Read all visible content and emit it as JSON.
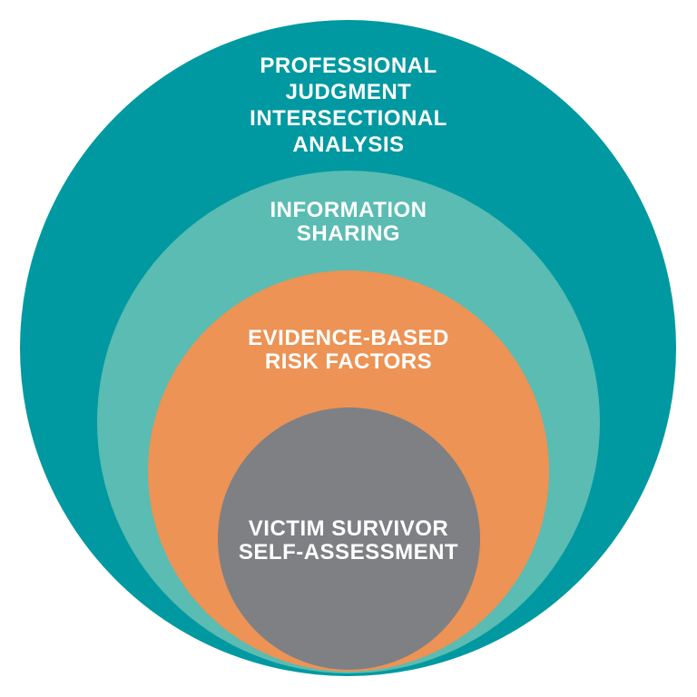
{
  "diagram": {
    "type": "nested-circles",
    "background_color": "#FFFFFF",
    "text_color": "#FFFFFF",
    "layers": [
      {
        "id": "professional-judgment-intersectional-analysis",
        "label": "PROFESSIONAL\nJUDGMENT\nINTERSECTIONAL\nANALYSIS",
        "color": "#0099A1"
      },
      {
        "id": "information-sharing",
        "label": "INFORMATION\nSHARING",
        "color": "#5ABCB2"
      },
      {
        "id": "evidence-based-risk-factors",
        "label": "EVIDENCE-BASED\nRISK FACTORS",
        "color": "#EC9355"
      },
      {
        "id": "victim-survivor-self-assessment",
        "label": "VICTIM SURVIVOR\nSELF-ASSESSMENT",
        "color": "#7F8083"
      }
    ]
  }
}
